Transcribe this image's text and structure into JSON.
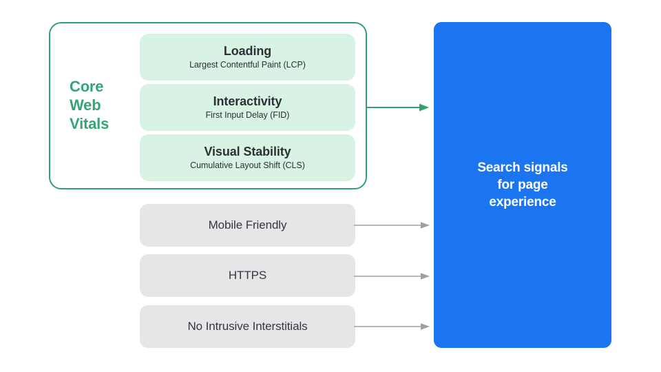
{
  "diagram": {
    "title": "Search signals for page experience",
    "colors": {
      "accent_green": "#2fa06f",
      "label_green": "#34a474",
      "card_green": "#d8f2e4",
      "signal_gray": "#e6e6e8",
      "arrow_gray": "#9aa0a6",
      "panel_blue": "#1b74f0",
      "text_dark": "#2b3134",
      "text_white": "#ffffff",
      "background": "#ffffff"
    }
  },
  "core_web_vitals": {
    "label_lines": [
      "Core",
      "Web",
      "Vitals"
    ],
    "label_text": "Core Web Vitals",
    "items": [
      {
        "title": "Loading",
        "subtitle": "Largest Contentful Paint (LCP)",
        "abbreviation": "LCP"
      },
      {
        "title": "Interactivity",
        "subtitle": "First Input Delay (FID)",
        "abbreviation": "FID"
      },
      {
        "title": "Visual Stability",
        "subtitle": "Cumulative Layout Shift (CLS)",
        "abbreviation": "CLS"
      }
    ]
  },
  "other_signals": [
    {
      "label": "Mobile Friendly"
    },
    {
      "label": "HTTPS"
    },
    {
      "label": "No Intrusive Interstitials"
    }
  ],
  "arrows": [
    {
      "name": "core-web-vitals-arrow",
      "color": "#2fa06f"
    },
    {
      "name": "mobile-friendly-arrow",
      "color": "#9aa0a6"
    },
    {
      "name": "https-arrow",
      "color": "#9aa0a6"
    },
    {
      "name": "no-intrusive-interstitials-arrow",
      "color": "#9aa0a6"
    }
  ],
  "result_panel": {
    "lines": [
      "Search signals",
      "for page",
      "experience"
    ],
    "text": "Search signals for page experience"
  }
}
